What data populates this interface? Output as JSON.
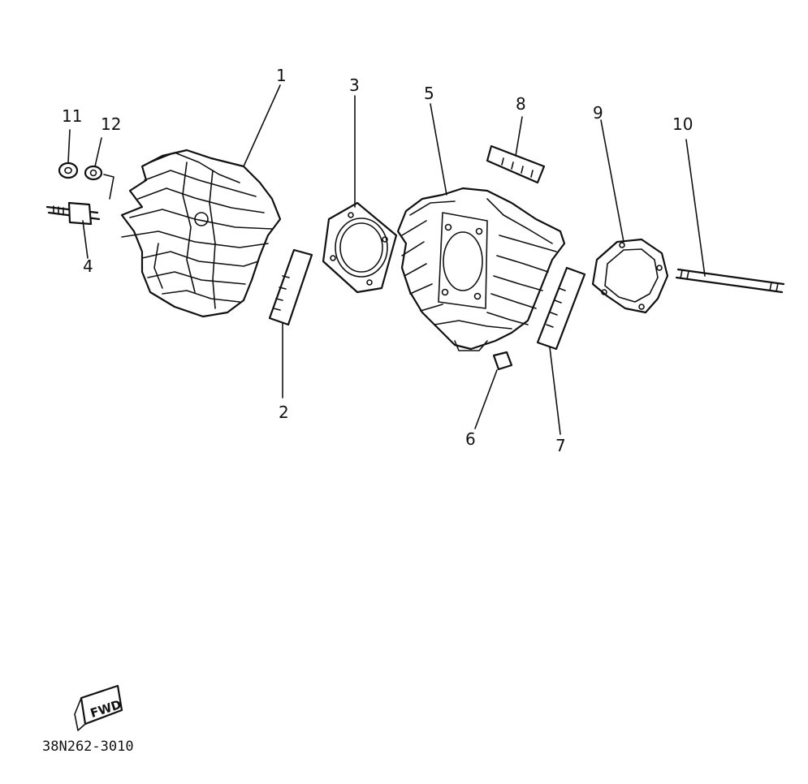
{
  "diagram": {
    "labels": {
      "p1": "1",
      "p2": "2",
      "p3": "3",
      "p4": "4",
      "p5": "5",
      "p6": "6",
      "p7": "7",
      "p8": "8",
      "p9": "9",
      "p10": "10",
      "p11": "11",
      "p12": "12"
    },
    "fwd_mark": "FWD",
    "drawing_code": "38N262-3010"
  }
}
